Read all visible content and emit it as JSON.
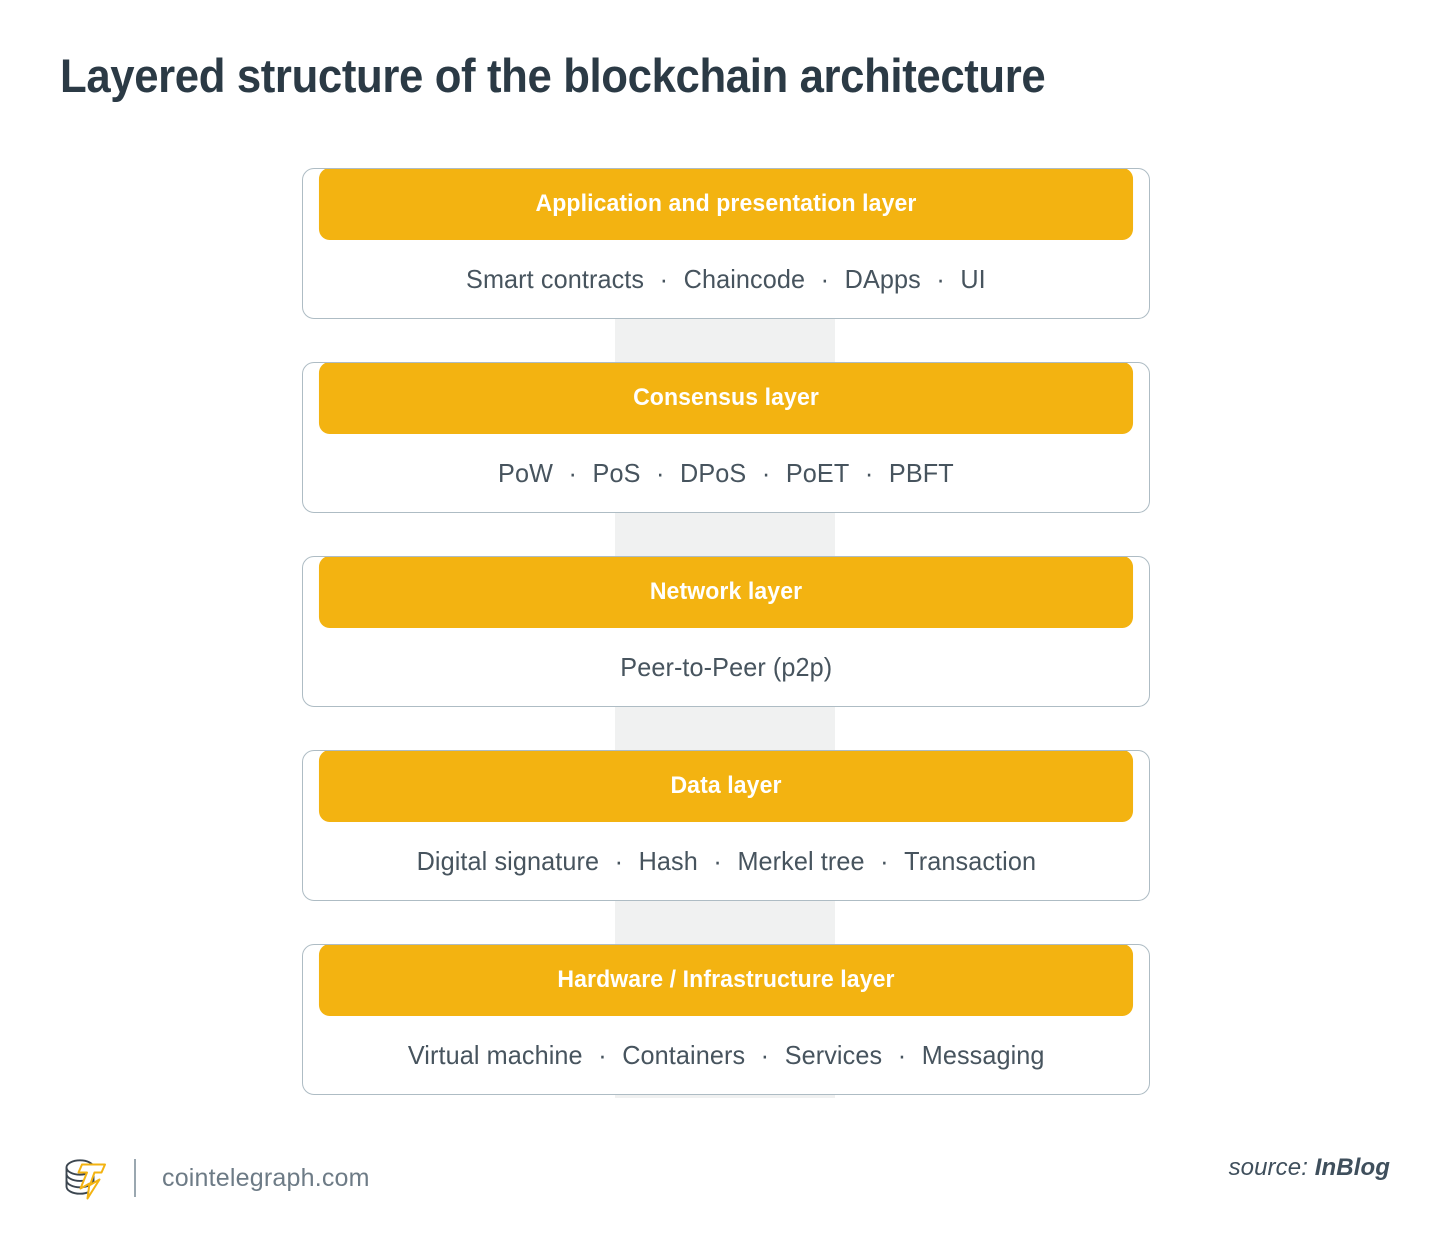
{
  "title": "Layered structure of the blockchain architecture",
  "colors": {
    "accent_yellow": "#f3b311",
    "title_navy": "#2b3a45",
    "body_slate": "#47545e",
    "card_border": "#aebcc4",
    "spine_gray": "#f0f1f1",
    "footer_gray": "#6d7b86"
  },
  "separator": "·",
  "layers": [
    {
      "title": "Application and presentation layer",
      "items": [
        "Smart contracts",
        "Chaincode",
        "DApps",
        "UI"
      ]
    },
    {
      "title": "Consensus layer",
      "items": [
        "PoW",
        "PoS",
        "DPoS",
        "PoET",
        "PBFT"
      ]
    },
    {
      "title": "Network layer",
      "items": [
        "Peer-to-Peer (p2p)"
      ]
    },
    {
      "title": "Data layer",
      "items": [
        "Digital signature",
        "Hash",
        "Merkel tree",
        "Transaction"
      ]
    },
    {
      "title": "Hardware / Infrastructure layer",
      "items": [
        "Virtual machine",
        "Containers",
        "Services",
        "Messaging"
      ]
    }
  ],
  "footer": {
    "logo_name": "cointelegraph-logo",
    "url": "cointelegraph.com",
    "source_label": "source:",
    "source_name": "InBlog"
  }
}
